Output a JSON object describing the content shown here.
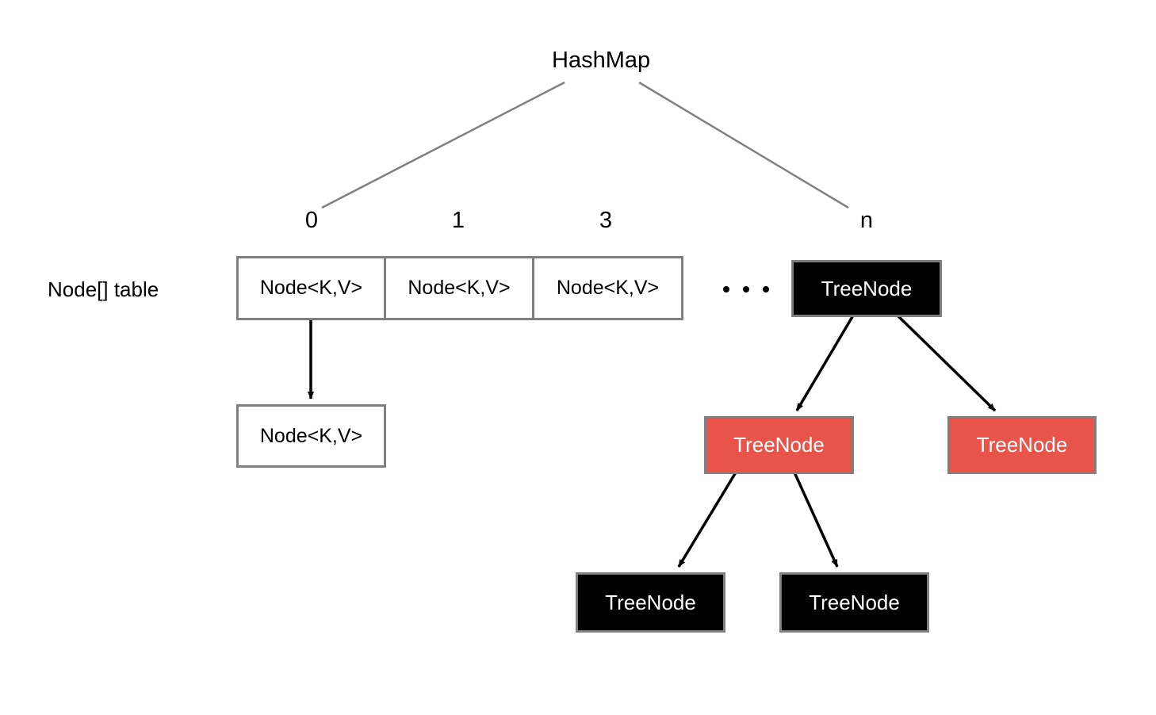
{
  "diagram": {
    "title": "HashMap",
    "table_caption": "Node[] table",
    "index_labels": [
      "0",
      "1",
      "3",
      "n"
    ],
    "table_cells": [
      "Node<K,V>",
      "Node<K,V>",
      "Node<K,V>"
    ],
    "overflow_node": "Node<K,V>",
    "ellipsis": "...",
    "tree": {
      "root": "TreeNode",
      "level2_left": "TreeNode",
      "level2_right": "TreeNode",
      "level3_left": "TreeNode",
      "level3_right": "TreeNode"
    },
    "colors": {
      "red_node": "#e8544a",
      "black_node": "#000000",
      "box_border": "#7f7f7f",
      "connector_gray": "#808080",
      "arrow_black": "#000000",
      "background": "#ffffff"
    }
  }
}
